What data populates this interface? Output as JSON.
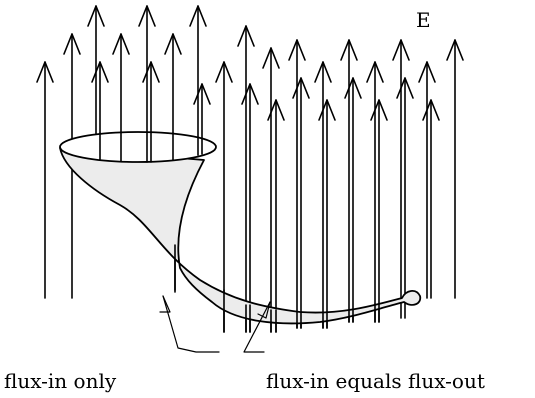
{
  "diagram": {
    "field_label": "E",
    "label_left": "flux-in only",
    "label_right": "flux-in equals flux-out",
    "colors": {
      "line": "#000000",
      "surface_fill": "#ececec",
      "background": "#ffffff"
    }
  }
}
